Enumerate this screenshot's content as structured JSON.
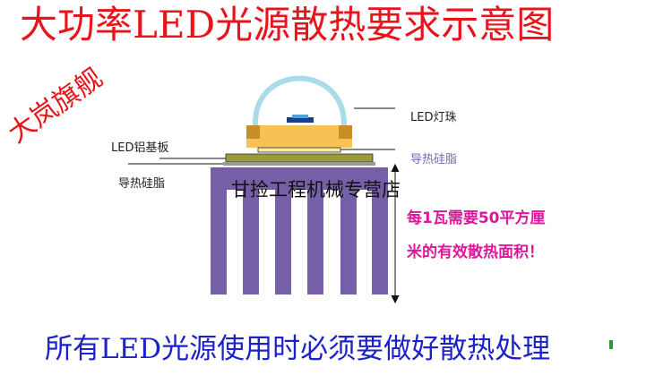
{
  "title": "大功率LED光源散热要求示意图",
  "watermark": "大岚旗舰",
  "labels": {
    "led_bead": "LED灯珠",
    "thermal_grease_top": "导热硅脂",
    "aluminum_board": "LED铝基板",
    "thermal_grease_left": "导热硅脂"
  },
  "shop_overlay": "甘捡工程机械专营店",
  "requirement": [
    "每1瓦需要50平方厘",
    "米的有效散热面积！"
  ],
  "bottom_note": "所有LED光源使用时必须要做好散热处理",
  "colors": {
    "title": "#e8141c",
    "heatsink": "#7560a8",
    "requirement": "#e0169a",
    "bottom": "#1c22c8"
  }
}
